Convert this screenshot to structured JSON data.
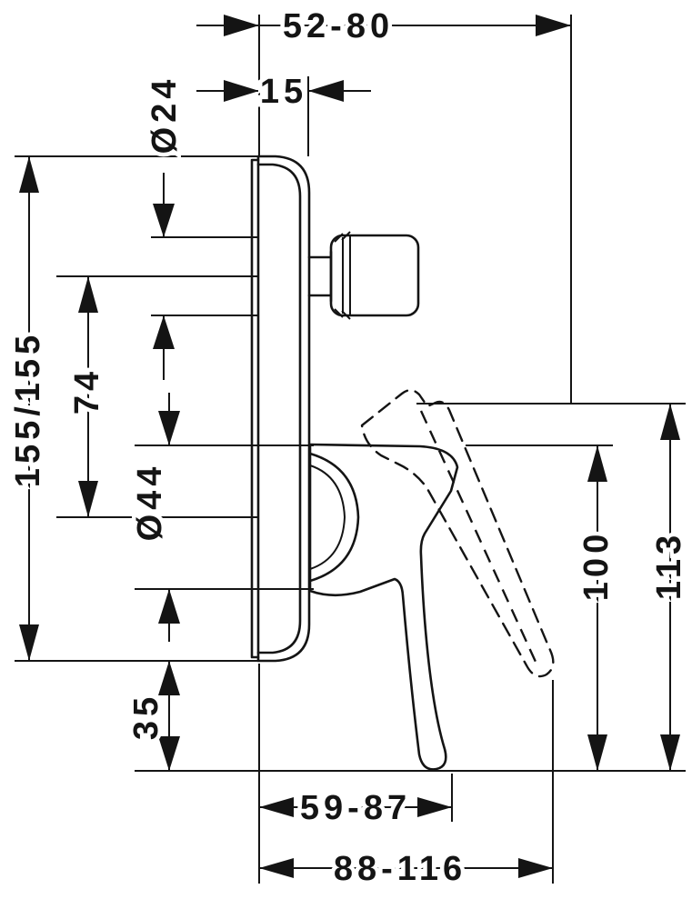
{
  "drawing": {
    "kind": "concealed-bath-mixer-dimension-drawing",
    "colors": {
      "line": "#141414",
      "background": "#ffffff"
    }
  },
  "dims": {
    "top_span": "52-80",
    "plate_depth": "15",
    "stem_diameter": "Ø24",
    "plate_dimensions": "155/155",
    "axis_distance": "74",
    "escutcheon_diameter": "Ø44",
    "below_plate": "35",
    "handle_height": "100",
    "overall_height": "113",
    "reach_solid": "59-87",
    "reach_range": "88-116"
  }
}
